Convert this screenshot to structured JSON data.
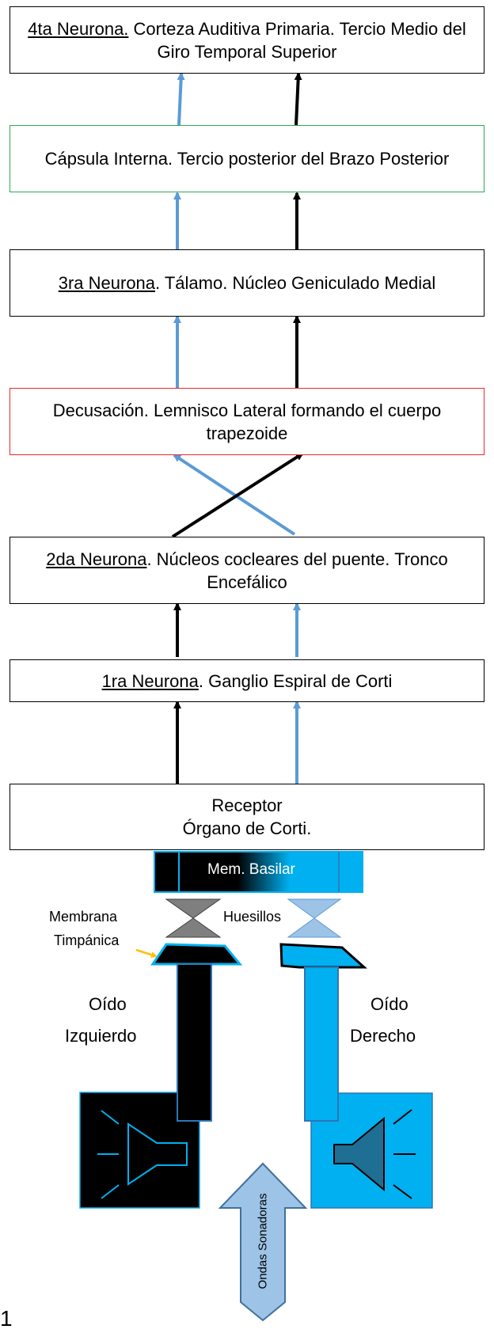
{
  "boxes": {
    "neurona4": {
      "underlined": "4ta Neurona.",
      "text": " Corteza Auditiva Primaria. Tercio Medio del Giro Temporal Superior"
    },
    "capsula": {
      "text": "Cápsula Interna. Tercio posterior del Brazo Posterior"
    },
    "neurona3": {
      "underlined": "3ra Neurona",
      "text": ". Tálamo. Núcleo Geniculado Medial"
    },
    "decusacion": {
      "text": "Decusación. Lemnisco Lateral formando el cuerpo trapezoide"
    },
    "neurona2": {
      "underlined": "2da Neurona",
      "text": ". Núcleos cocleares del puente. Tronco Encefálico"
    },
    "neurona1": {
      "underlined": "1ra Neurona",
      "text": ". Ganglio Espiral de Corti"
    },
    "receptor": {
      "line1": "Receptor",
      "line2": "Órgano de Corti."
    }
  },
  "labels": {
    "basilar": "Mem. Basilar",
    "membrana_line1": "Membrana",
    "membrana_line2": "Timpánica",
    "huesillos": "Huesillos",
    "oido_izq_line1": "Oído",
    "oido_izq_line2": "Izquierdo",
    "oido_der_line1": "Oído",
    "oido_der_line2": "Derecho",
    "ondas": "Ondas Sonadoras",
    "page_number": "1"
  },
  "colors": {
    "left_pathway": "#000000",
    "right_pathway": "#5b9bd5",
    "capsula_border": "#2eab4f",
    "decusacion_border": "#e8292c",
    "right_ear": "#00b0f0",
    "ondas_fill": "#9dc3e6",
    "ondas_stroke": "#41719c",
    "membrana_arrow": "#ffc000"
  }
}
